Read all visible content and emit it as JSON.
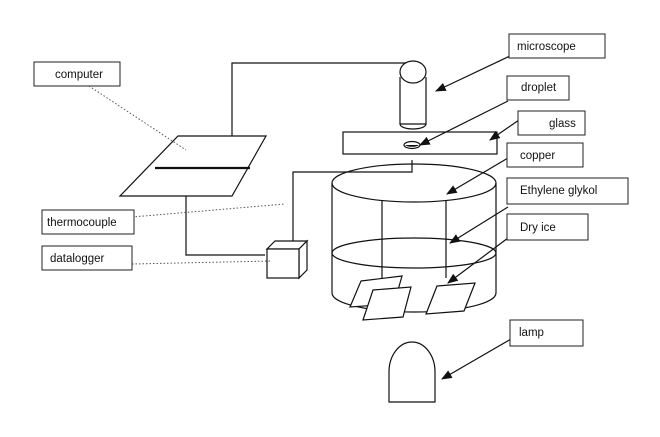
{
  "labels": {
    "computer": "computer",
    "microscope": "microscope",
    "droplet": "droplet",
    "glass": "glass",
    "copper": "copper",
    "ethylene_glykol": "Ethylene glykol",
    "thermocouple": "thermocouple",
    "dry_ice": "Dry ice",
    "datalogger": "datalogger",
    "lamp": "lamp"
  }
}
